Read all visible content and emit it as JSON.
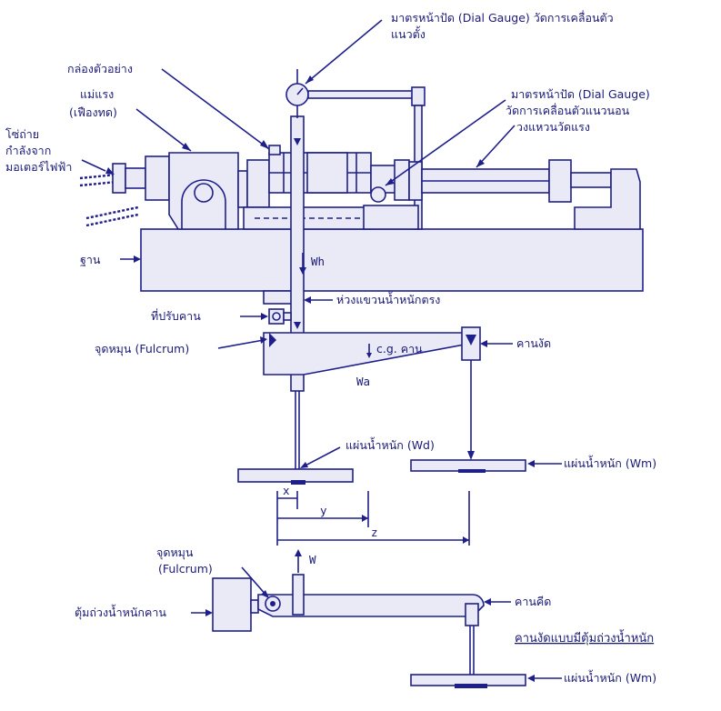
{
  "labels": {
    "dial_gauge_vertical": [
      "มาตรหน้าปัด (Dial Gauge) วัดการเคลื่อนตัว",
      "แนวตั้ง"
    ],
    "specimen_box": "กล่องตัวอย่าง",
    "force_source": [
      "แม่แรง",
      "(เฟืองทด)"
    ],
    "chain": [
      "โซ่ถ่าย",
      "กำลังจาก",
      "มอเตอร์ไฟฟ้า"
    ],
    "dial_gauge_horizontal": [
      "มาตรหน้าปัด (Dial Gauge)",
      "วัดการเคลื่อนตัวแนวนอน"
    ],
    "proving_ring": "วงแหวนวัดแรง",
    "base": "ฐาน",
    "wh": "Wh",
    "hanger": "ห่วงแขวนน้ำหนักตรง",
    "beam_adjuster": "ที่ปรับคาน",
    "fulcrum_top": "จุดหมุน (Fulcrum)",
    "cg_beam": "c.g. คาน",
    "lever_beam": "คานงัด",
    "wa": "Wa",
    "weight_plate_wd": "แผ่นน้ำหนัก (Wd)",
    "weight_plate_wm_top": "แผ่นน้ำหนัก (Wm)",
    "dim_x": "x",
    "dim_y": "y",
    "dim_z": "z",
    "w": "W",
    "fulcrum_bottom": [
      "จุดหมุน",
      "(Fulcrum)"
    ],
    "counterweight": "ตุ้มถ่วงน้ำหนักคาน",
    "lever_bottom": "คานคีด",
    "caption": "คานงัดแบบมีตุ้มถ่วงน้ำหนัก",
    "weight_plate_wm_bottom": "แผ่นน้ำหนัก (Wm)"
  },
  "colors": {
    "ink": "#1f1f8c",
    "text": "#1a1a78",
    "paper": "#ffffff"
  }
}
